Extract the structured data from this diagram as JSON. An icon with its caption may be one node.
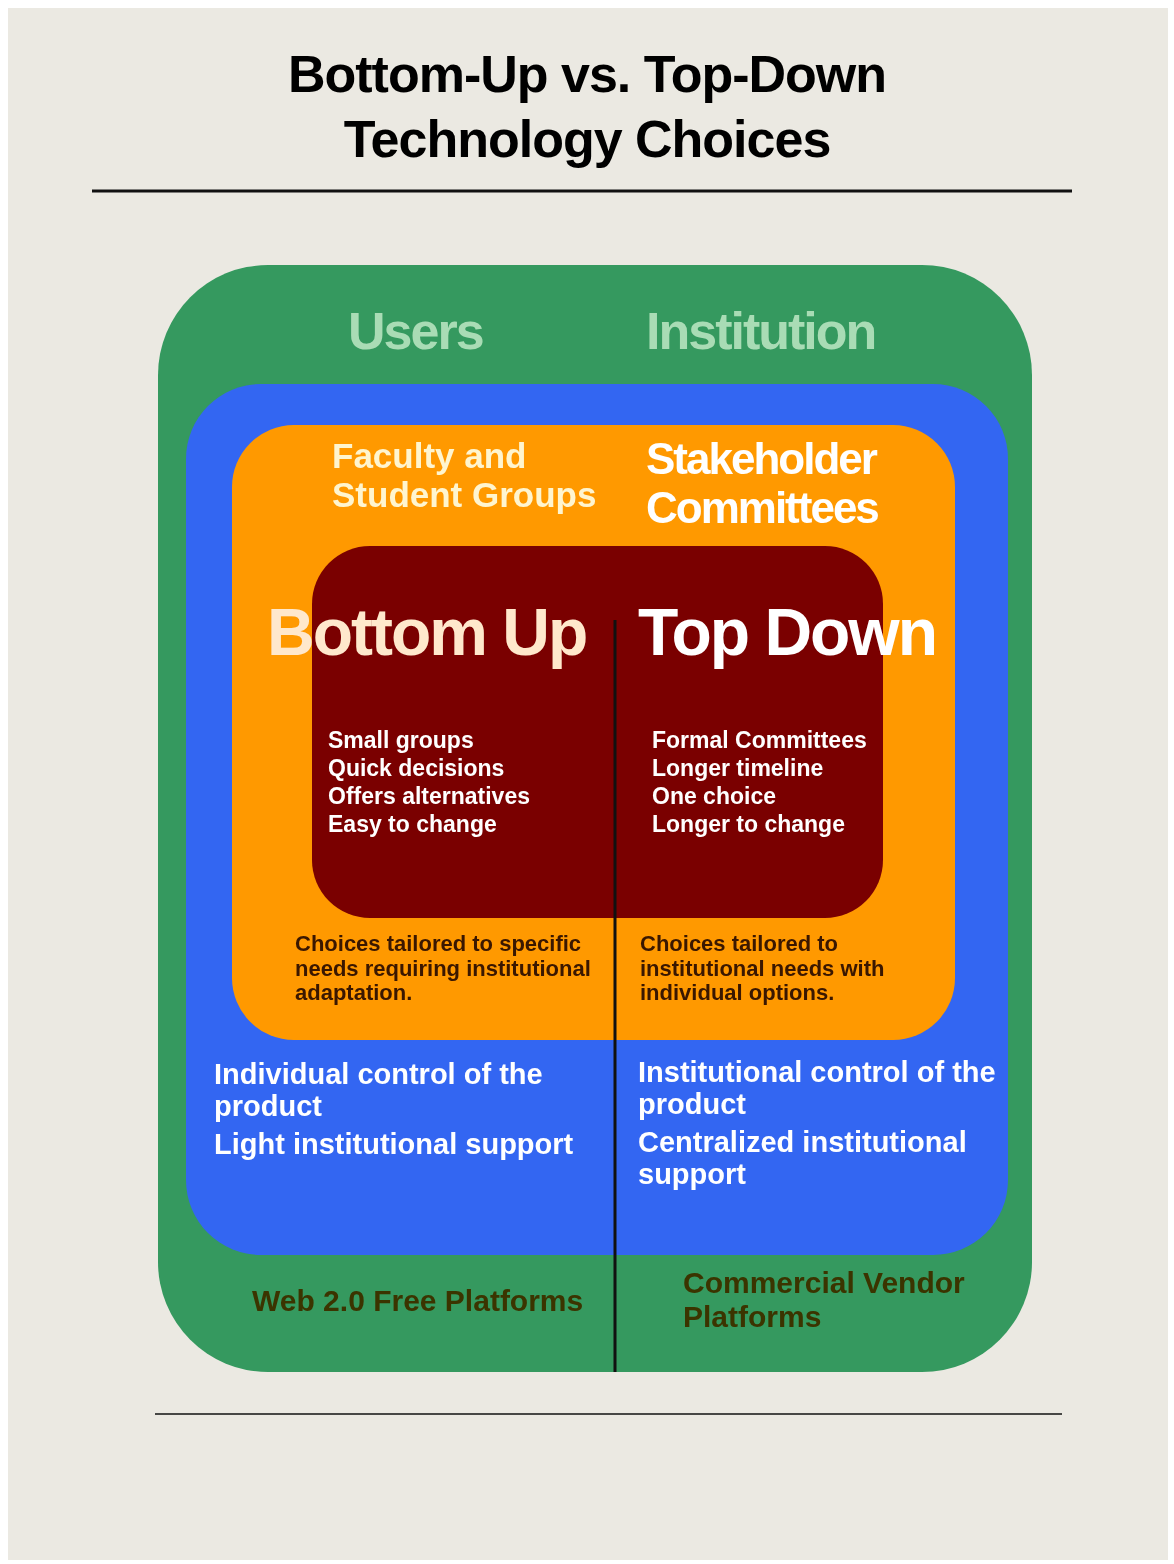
{
  "diagram": {
    "title": "Bottom-Up vs. Top-Down Technology Choices",
    "nodes": [
      {
        "text": [
          "Users",
          "Institution",
          "Web 2.0 Free Platforms",
          "Commercial Vendor Platforms"
        ]
      },
      {
        "text": [
          "Individual control of the product",
          "Light institutional support",
          "Institutional control of the product",
          "Centralized institutional support"
        ],
        "in": 0
      },
      {
        "text": [
          "Faculty and Student Groups",
          "Stakeholder Committees",
          "Choices tailored to specific needs requiring institutional adaptation.",
          "Choices tailored to institutional needs with individual options."
        ],
        "in": 1
      },
      {
        "text": [
          "Bottom Up",
          "Top Down",
          "Small groups",
          "Quick decisions",
          "Offers alternatives",
          "Easy to change",
          "Formal Committees",
          "Longer timeline",
          "One choice",
          "Longer to change"
        ],
        "in": 2
      }
    ]
  }
}
